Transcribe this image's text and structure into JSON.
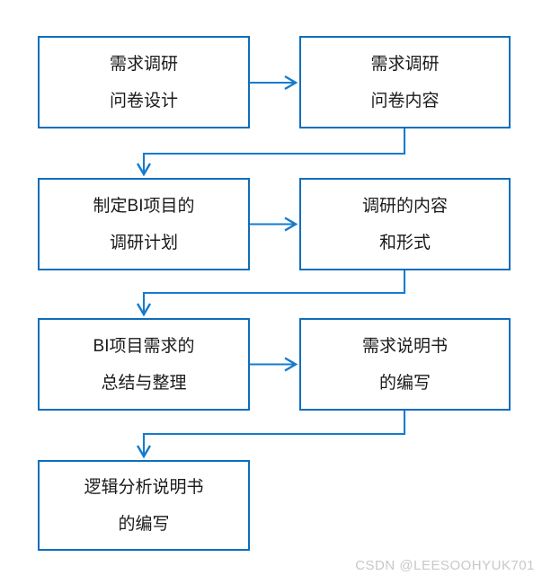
{
  "diagram": {
    "title": "BI requirements research process flowchart",
    "nodes": [
      {
        "id": "n1",
        "line1": "需求调研",
        "line2": "问卷设计"
      },
      {
        "id": "n2",
        "line1": "需求调研",
        "line2": "问卷内容"
      },
      {
        "id": "n3",
        "line1": "制定BI项目的",
        "line2": "调研计划"
      },
      {
        "id": "n4",
        "line1": "调研的内容",
        "line2": "和形式"
      },
      {
        "id": "n5",
        "line1": "BI项目需求的",
        "line2": "总结与整理"
      },
      {
        "id": "n6",
        "line1": "需求说明书",
        "line2": "的编写"
      },
      {
        "id": "n7",
        "line1": "逻辑分析说明书",
        "line2": "的编写"
      }
    ],
    "connections": [
      {
        "from": "n1",
        "to": "n2",
        "shape": "straight-right"
      },
      {
        "from": "n2",
        "to": "n3",
        "shape": "elbow-down-left-down"
      },
      {
        "from": "n3",
        "to": "n4",
        "shape": "straight-right"
      },
      {
        "from": "n4",
        "to": "n5",
        "shape": "elbow-down-left-down"
      },
      {
        "from": "n5",
        "to": "n6",
        "shape": "straight-right"
      },
      {
        "from": "n6",
        "to": "n7",
        "shape": "elbow-down-left-down"
      }
    ]
  },
  "watermark": {
    "text": "CSDN @LEESOOHYUK701"
  },
  "colors": {
    "box_border": "#0d6ebc",
    "arrow": "#157bce",
    "text": "#1a1a1a",
    "background": "#ffffff",
    "watermark": "#c8c8c8"
  }
}
